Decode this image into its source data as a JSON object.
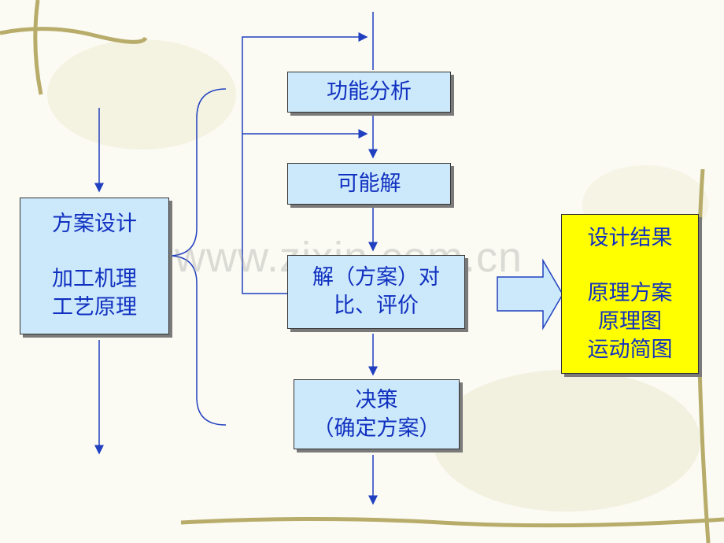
{
  "left_box": {
    "line1": "方案设计",
    "line2": "加工机理",
    "line3": "工艺原理"
  },
  "steps": [
    "功能分析",
    "可能解"
  ],
  "compare_box": {
    "line1": "解（方案）对",
    "line2": "比、评价"
  },
  "decision_box": {
    "line1": "决策",
    "line2": "（确定方案）"
  },
  "result_box": {
    "line1": "设计结果",
    "line2": "原理方案",
    "line3": "原理图",
    "line4": "运动简图"
  },
  "watermark": "www.zixin.com.cn",
  "colors": {
    "box_fill": "#cce9fb",
    "result_fill": "#ffff00",
    "text": "#1030c0",
    "line": "#2040c0"
  }
}
